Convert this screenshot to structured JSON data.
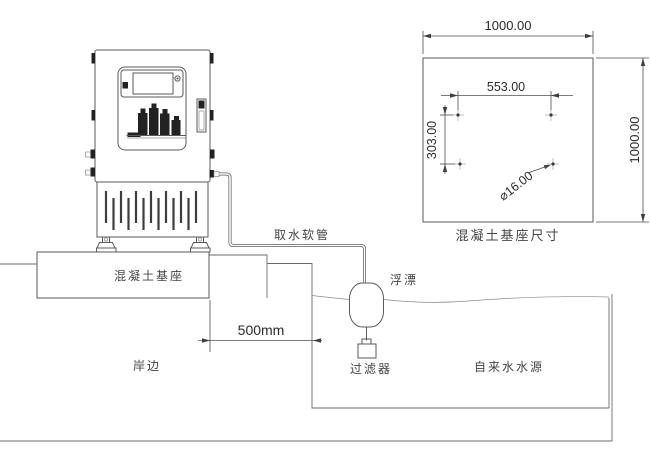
{
  "drawing": {
    "main_view": {
      "label_hose": "取水软管",
      "label_float": "浮漂",
      "label_filter": "过滤器",
      "label_water_source": "自来水水源",
      "label_shore": "岸边",
      "label_base": "混凝土基座",
      "dim_offset": "500mm"
    },
    "detail_view": {
      "caption": "混凝土基座尺寸",
      "dim_width": "1000.00",
      "dim_height": "1000.00",
      "dim_hole_spacing_h": "553.00",
      "dim_hole_spacing_v": "303.00",
      "dim_hole_diameter": "⌀16.00"
    },
    "colors": {
      "line": "#5a5a5a",
      "text": "#454545",
      "dim_text": "#2b2b2b"
    }
  }
}
